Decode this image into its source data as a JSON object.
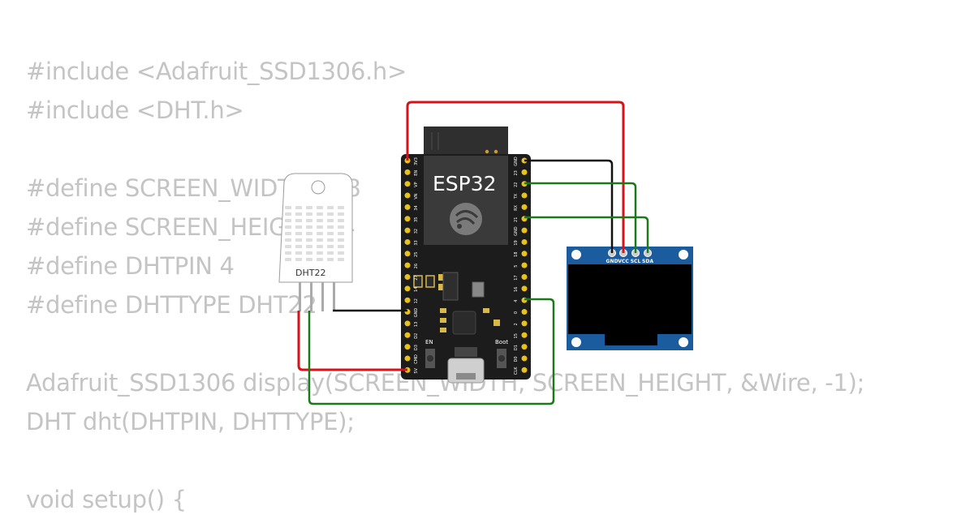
{
  "code_lines": [
    "#include <Adafruit_SSD1306.h>",
    "#include <DHT.h>",
    "",
    "#define SCREEN_WIDTH 128",
    "#define SCREEN_HEIGHT 64",
    "#define DHTPIN 4",
    "#define DHTTYPE DHT22",
    "",
    "Adafruit_SSD1306 display(SCREEN_WIDTH, SCREEN_HEIGHT, &Wire, -1);",
    "DHT dht(DHTPIN, DHTTYPE);",
    "",
    "void setup() {"
  ],
  "esp32": {
    "title": "ESP32",
    "en_label": "EN",
    "boot_label": "Boot",
    "left_pins": [
      "3V3",
      "EN",
      "VP",
      "VN",
      "34",
      "35",
      "32",
      "33",
      "25",
      "26",
      "27",
      "14",
      "12",
      "GND",
      "13",
      "D2",
      "D3",
      "CMD",
      "5V"
    ],
    "right_pins": [
      "GND",
      "23",
      "22",
      "TX",
      "RX",
      "21",
      "GND",
      "19",
      "18",
      "5",
      "17",
      "16",
      "4",
      "0",
      "2",
      "15",
      "D1",
      "D0",
      "CLK"
    ]
  },
  "dht": {
    "label": "DHT22"
  },
  "oled": {
    "pins": [
      "GND",
      "VCC",
      "SCL",
      "SDA"
    ]
  },
  "colors": {
    "wire_red": "#d9121a",
    "wire_green": "#1a7a1a",
    "wire_black": "#111111",
    "board": "#1c1c1c",
    "oled_pcb": "#1b5c9e",
    "pin_gold": "#e8c21a"
  }
}
